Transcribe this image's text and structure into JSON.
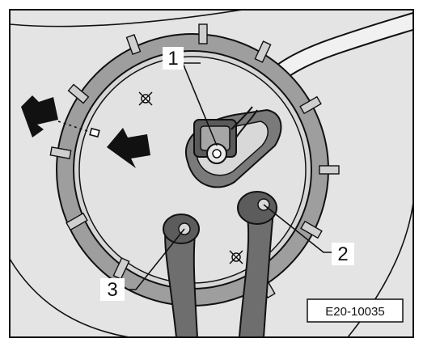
{
  "figure": {
    "callouts": [
      "1",
      "2",
      "3"
    ],
    "reference_code": "E20-10035",
    "colors": {
      "background": "#e2e2e2",
      "ring": "#9d9d9d",
      "hose": "#6e6e6e",
      "outline": "#111111"
    }
  }
}
